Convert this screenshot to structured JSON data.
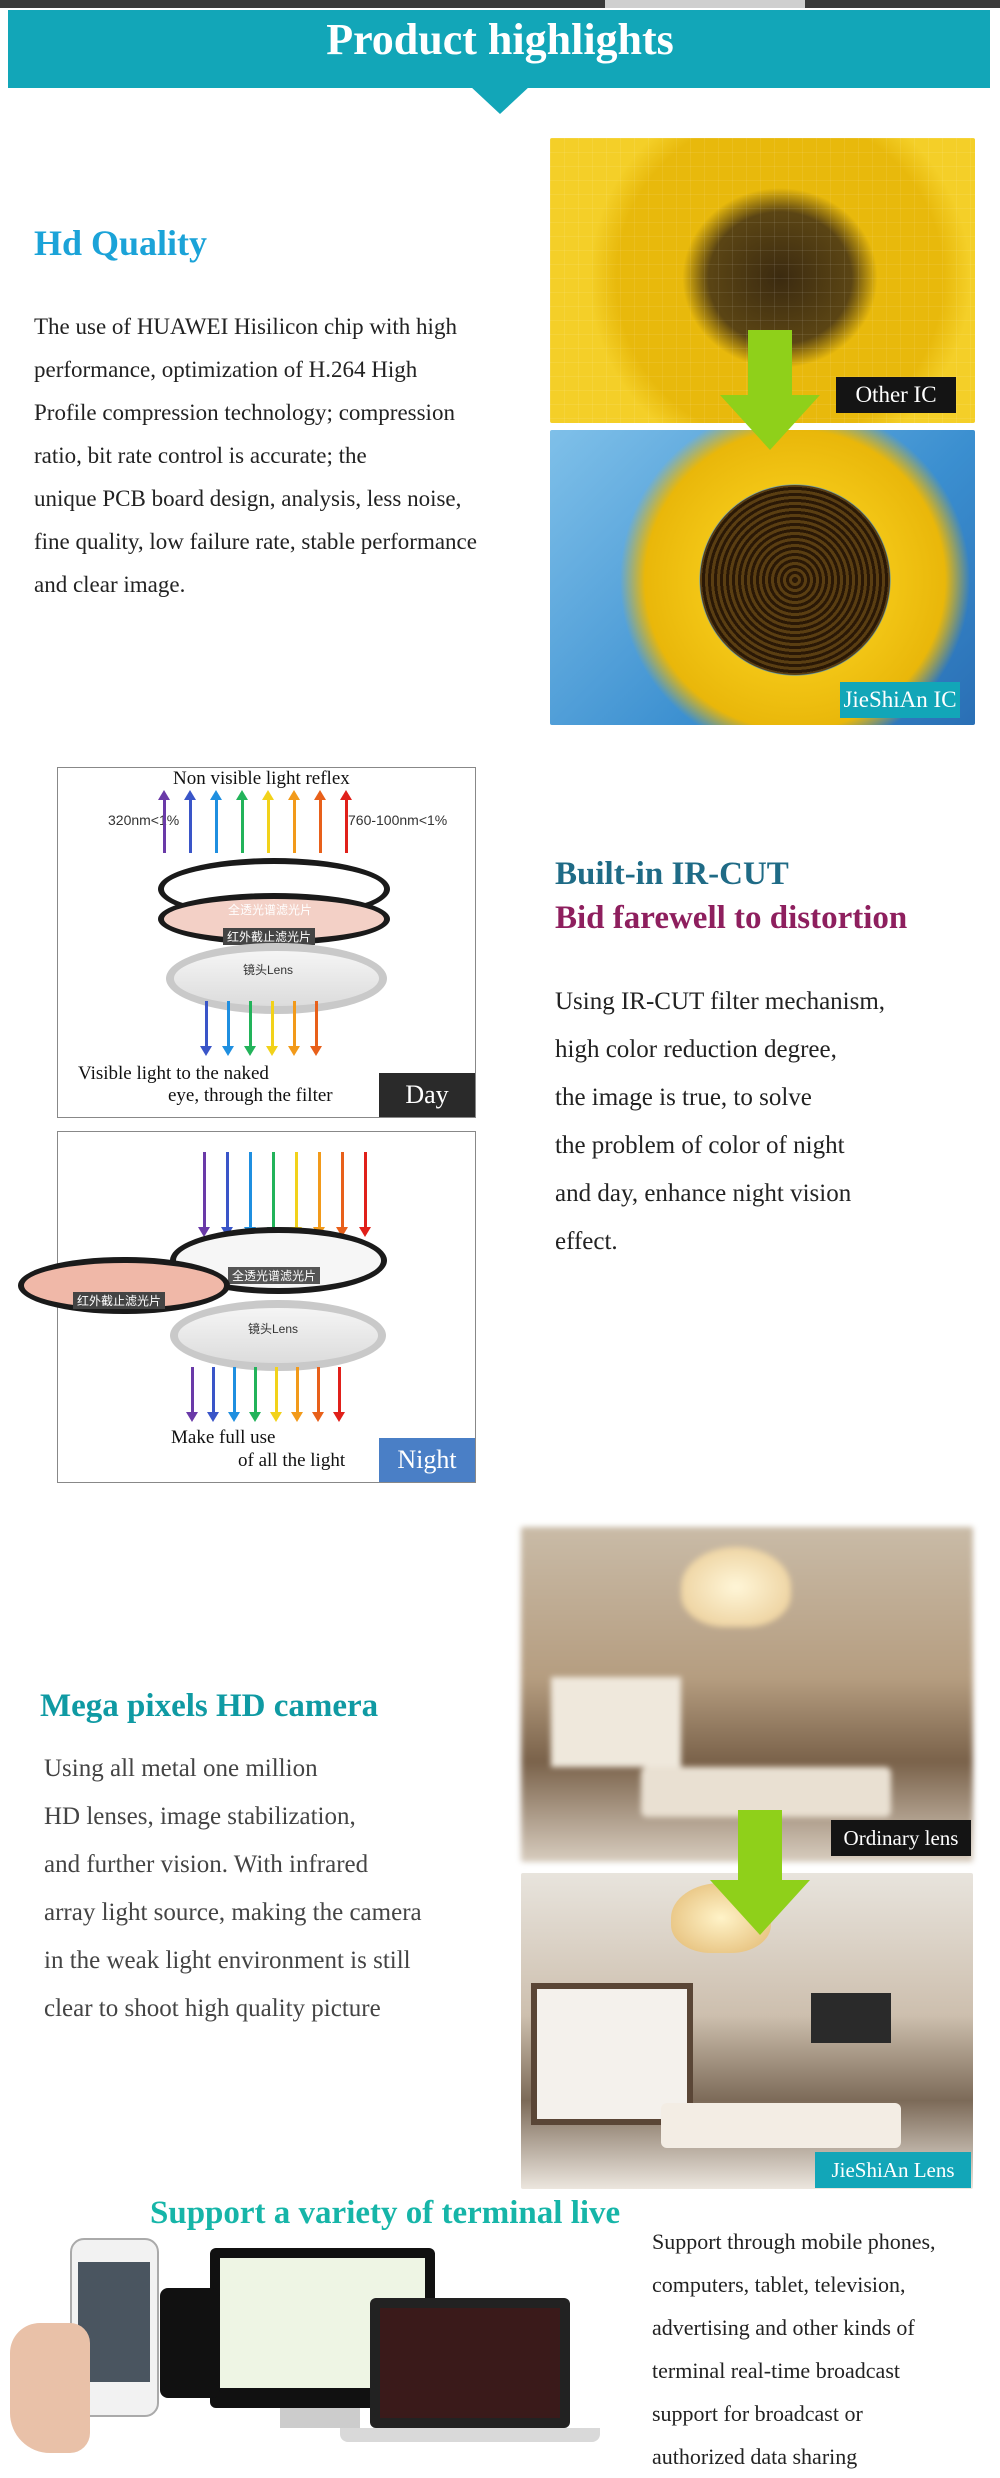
{
  "header": {
    "title": "Product highlights"
  },
  "hd_quality": {
    "heading": "Hd Quality",
    "body_lines": [
      "The use of HUAWEI Hisilicon chip with high",
      "performance, optimization of H.264 High",
      "Profile compression technology; compression",
      "ratio, bit rate control is accurate; the",
      "unique PCB board design, analysis, less noise,",
      "fine quality, low failure rate, stable performance",
      "and clear image."
    ],
    "tag_other": "Other IC",
    "tag_ours": "JieShiAn IC"
  },
  "ircut": {
    "heading1": "Built-in IR-CUT",
    "heading2": "Bid farewell to distortion",
    "body_lines": [
      "Using IR-CUT filter mechanism,",
      "high color reduction degree,",
      "the image is true, to solve",
      "the problem of color of night",
      "and day, enhance night vision",
      "effect."
    ],
    "day": {
      "top_text": "Non visible light reflex",
      "left_spec": "320nm<1%",
      "right_spec": "760-100nm<1%",
      "filter1": "全透光谱滤光片",
      "filter2": "红外截止滤光片",
      "lens": "镜头Lens",
      "caption_line1": "Visible light to the naked",
      "caption_line2": "eye, through the filter",
      "mode": "Day"
    },
    "night": {
      "filter1": "全透光谱滤光片",
      "filter2": "红外截止滤光片",
      "lens": "镜头Lens",
      "caption_line1": "Make full use",
      "caption_line2": "of all the light",
      "mode": "Night"
    },
    "ray_colors": [
      "#6a3aa8",
      "#3a55c8",
      "#1f8fe0",
      "#22b35a",
      "#f2d21a",
      "#f29a1a",
      "#e8601a",
      "#e0201a"
    ]
  },
  "mega": {
    "heading": "Mega pixels HD camera",
    "body_lines": [
      "Using all metal one million",
      "HD lenses, image stabilization,",
      "and further vision. With infrared",
      "array light source, making the camera",
      "in the weak light environment is still",
      "clear to shoot high quality picture"
    ],
    "tag_ordinary": "Ordinary lens",
    "tag_ours": "JieShiAn Lens"
  },
  "terminal": {
    "heading": "Support a variety of terminal live",
    "body_lines": [
      "Support through mobile phones,",
      "computers, tablet, television,",
      "advertising and other kinds of",
      "terminal real-time broadcast",
      "support for broadcast or",
      "authorized data sharing"
    ]
  },
  "colors": {
    "accent": "#12a6b8",
    "hd_heading": "#1ba3d8",
    "ircut_heading1": "#1f6b86",
    "ircut_heading2": "#8e1f5e",
    "arrow_green": "#8fd01a",
    "night_tag": "#4a7fc6"
  }
}
